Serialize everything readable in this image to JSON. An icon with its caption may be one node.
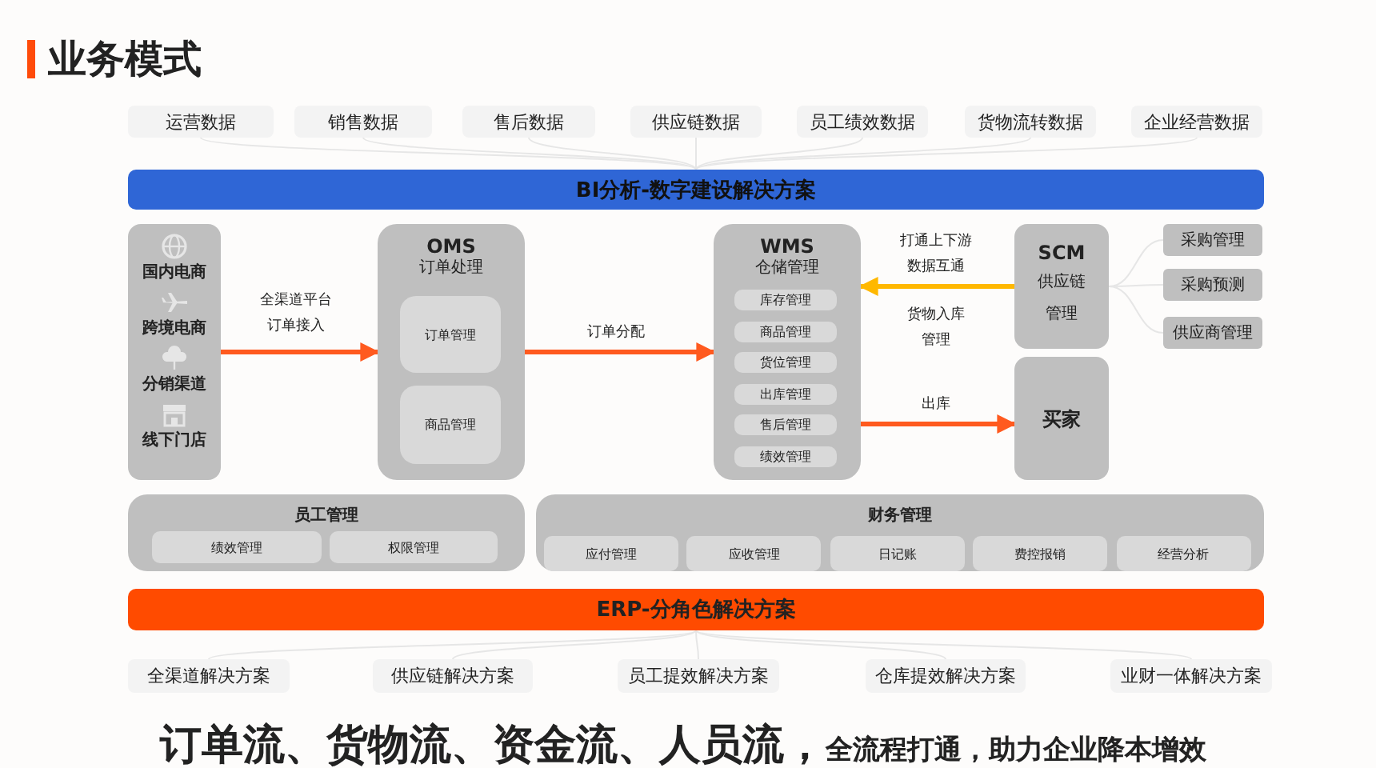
{
  "diagram": {
    "nodes": [
      {
        "text": [
          "运营数据"
        ]
      },
      {
        "text": [
          "销售数据"
        ]
      },
      {
        "text": [
          "售后数据"
        ]
      },
      {
        "text": [
          "供应链数据"
        ]
      },
      {
        "text": [
          "员工绩效数据"
        ]
      },
      {
        "text": [
          "货物流转数据"
        ]
      },
      {
        "text": [
          "企业经营数据"
        ]
      },
      {
        "text": [
          "BI分析-数字建设解决方案"
        ]
      },
      {
        "text": [
          "国内电商",
          "跨境电商",
          "分销渠道",
          "线下门店"
        ]
      },
      {
        "text": [
          "OMS",
          "订单处理"
        ]
      },
      {
        "text": [
          "订单管理"
        ],
        "in": 9
      },
      {
        "text": [
          "商品管理"
        ],
        "in": 9
      },
      {
        "text": [
          "WMS",
          "仓储管理"
        ]
      },
      {
        "text": [
          "库存管理"
        ],
        "in": 12
      },
      {
        "text": [
          "商品管理"
        ],
        "in": 12
      },
      {
        "text": [
          "货位管理"
        ],
        "in": 12
      },
      {
        "text": [
          "出库管理"
        ],
        "in": 12
      },
      {
        "text": [
          "售后管理"
        ],
        "in": 12
      },
      {
        "text": [
          "绩效管理"
        ],
        "in": 12
      },
      {
        "text": [
          "SCM",
          "供应链管理"
        ]
      },
      {
        "text": [
          "买家"
        ]
      },
      {
        "text": [
          "采购管理"
        ]
      },
      {
        "text": [
          "采购预测"
        ]
      },
      {
        "text": [
          "供应商管理"
        ]
      },
      {
        "text": [
          "员工管理"
        ]
      },
      {
        "text": [
          "绩效管理"
        ],
        "in": 24
      },
      {
        "text": [
          "权限管理"
        ],
        "in": 24
      },
      {
        "text": [
          "财务管理"
        ]
      },
      {
        "text": [
          "应付管理"
        ],
        "in": 27
      },
      {
        "text": [
          "应收管理"
        ],
        "in": 27
      },
      {
        "text": [
          "日记账"
        ],
        "in": 27
      },
      {
        "text": [
          "费控报销"
        ],
        "in": 27
      },
      {
        "text": [
          "经营分析"
        ],
        "in": 27
      },
      {
        "text": [
          "ERP-分角色解决方案"
        ]
      },
      {
        "text": [
          "全渠道解决方案"
        ]
      },
      {
        "text": [
          "供应链解决方案"
        ]
      },
      {
        "text": [
          "员工提效解决方案"
        ]
      },
      {
        "text": [
          "仓库提效解决方案"
        ]
      },
      {
        "text": [
          "业财一体解决方案"
        ]
      }
    ],
    "edges": [
      {
        "from": 8,
        "to": 9,
        "arrow": "to",
        "label": "全渠道平台订单接入",
        "style": "thick",
        "color": "#ff5a1f"
      },
      {
        "from": 9,
        "to": 12,
        "arrow": "to",
        "label": "订单分配",
        "style": "thick",
        "color": "#ff5a1f"
      },
      {
        "from": 19,
        "to": 12,
        "arrow": "to",
        "label": "打通上下游数据互通",
        "style": "thick",
        "color": "#ffb800"
      },
      {
        "from": 12,
        "to": 20,
        "arrow": "to",
        "label": "出库",
        "style": "thick",
        "color": "#ff5a1f"
      },
      {
        "from": 0,
        "to": 7,
        "arrow": "none"
      },
      {
        "from": 1,
        "to": 7,
        "arrow": "none"
      },
      {
        "from": 2,
        "to": 7,
        "arrow": "none"
      },
      {
        "from": 3,
        "to": 7,
        "arrow": "none"
      },
      {
        "from": 4,
        "to": 7,
        "arrow": "none"
      },
      {
        "from": 5,
        "to": 7,
        "arrow": "none"
      },
      {
        "from": 6,
        "to": 7,
        "arrow": "none"
      },
      {
        "from": 19,
        "to": 21,
        "arrow": "none"
      },
      {
        "from": 19,
        "to": 22,
        "arrow": "none"
      },
      {
        "from": 19,
        "to": 23,
        "arrow": "none"
      },
      {
        "from": 33,
        "to": 34,
        "arrow": "none"
      },
      {
        "from": 33,
        "to": 35,
        "arrow": "none"
      },
      {
        "from": 33,
        "to": 36,
        "arrow": "none"
      },
      {
        "from": 33,
        "to": 37,
        "arrow": "none"
      },
      {
        "from": 33,
        "to": 38,
        "arrow": "none"
      }
    ],
    "labels": [
      "业务模式",
      "货物入库管理",
      "订单流、货物流、资金流、人员流，",
      "全流程打通，助力企业降本增效"
    ]
  }
}
